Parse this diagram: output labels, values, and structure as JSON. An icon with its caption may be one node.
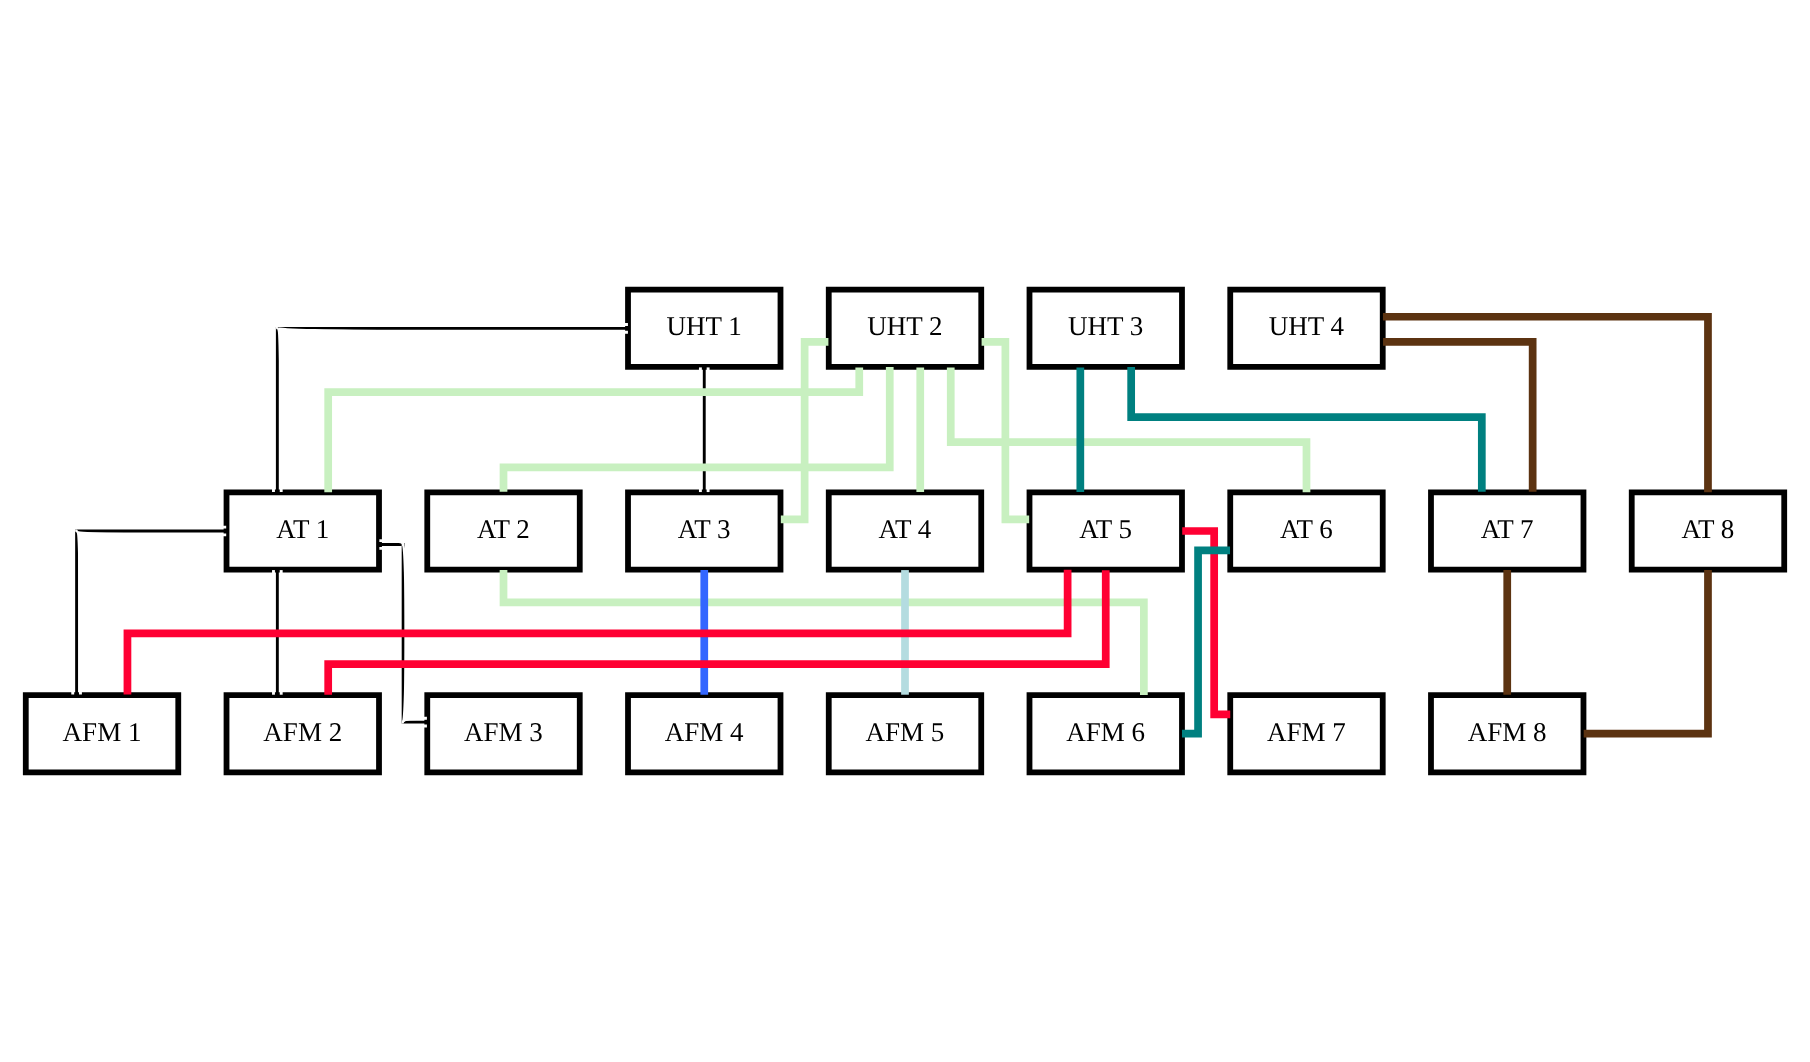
{
  "diagram": {
    "nodes": [
      {
        "text": [
          "UHT 1"
        ]
      },
      {
        "text": [
          "UHT 2"
        ]
      },
      {
        "text": [
          "UHT 3"
        ]
      },
      {
        "text": [
          "UHT 4"
        ]
      },
      {
        "text": [
          "AT 1"
        ]
      },
      {
        "text": [
          "AT 2"
        ]
      },
      {
        "text": [
          "AT 3"
        ]
      },
      {
        "text": [
          "AT 4"
        ]
      },
      {
        "text": [
          "AT 5"
        ]
      },
      {
        "text": [
          "AT 6"
        ]
      },
      {
        "text": [
          "AT 7"
        ]
      },
      {
        "text": [
          "AT 8"
        ]
      },
      {
        "text": [
          "AFM 1"
        ]
      },
      {
        "text": [
          "AFM 2"
        ]
      },
      {
        "text": [
          "AFM 3"
        ]
      },
      {
        "text": [
          "AFM 4"
        ]
      },
      {
        "text": [
          "AFM 5"
        ]
      },
      {
        "text": [
          "AFM 6"
        ]
      },
      {
        "text": [
          "AFM 7"
        ]
      },
      {
        "text": [
          "AFM 8"
        ]
      }
    ],
    "edges": [
      {
        "from": 0,
        "to": 4,
        "arrow": "none",
        "color": "#ffffff"
      },
      {
        "from": 0,
        "to": 6,
        "arrow": "none",
        "color": "#ffffff"
      },
      {
        "from": 1,
        "to": 4,
        "arrow": "none"
      },
      {
        "from": 1,
        "to": 5,
        "arrow": "none"
      },
      {
        "from": 1,
        "to": 6,
        "arrow": "none"
      },
      {
        "from": 1,
        "to": 7,
        "arrow": "none"
      },
      {
        "from": 1,
        "to": 8,
        "arrow": "none"
      },
      {
        "from": 1,
        "to": 9,
        "arrow": "none"
      },
      {
        "from": 2,
        "to": 8,
        "arrow": "none",
        "color": "#008080"
      },
      {
        "from": 2,
        "to": 10,
        "arrow": "none",
        "color": "#008080"
      },
      {
        "from": 3,
        "to": 10,
        "arrow": "none",
        "color": "#5c3311"
      },
      {
        "from": 3,
        "to": 11,
        "arrow": "none",
        "color": "#5c3311"
      },
      {
        "from": 4,
        "to": 12,
        "arrow": "none",
        "color": "#ffffff"
      },
      {
        "from": 4,
        "to": 13,
        "arrow": "none",
        "color": "#ffffff"
      },
      {
        "from": 4,
        "to": 14,
        "arrow": "none",
        "color": "#ffffff"
      },
      {
        "from": 5,
        "to": 17,
        "arrow": "none"
      },
      {
        "from": 6,
        "to": 15,
        "arrow": "none",
        "color": "#3366ff"
      },
      {
        "from": 7,
        "to": 16,
        "arrow": "none",
        "color": "#b4dce0"
      },
      {
        "from": 8,
        "to": 12,
        "arrow": "none",
        "color": "#ff0033"
      },
      {
        "from": 8,
        "to": 13,
        "arrow": "none",
        "color": "#ff0033"
      },
      {
        "from": 8,
        "to": 18,
        "arrow": "none",
        "color": "#ff0033"
      },
      {
        "from": 9,
        "to": 17,
        "arrow": "none",
        "color": "#008080"
      },
      {
        "from": 10,
        "to": 19,
        "arrow": "none",
        "color": "#5c3311"
      },
      {
        "from": 11,
        "to": 19,
        "arrow": "none",
        "color": "#5c3311"
      }
    ]
  }
}
